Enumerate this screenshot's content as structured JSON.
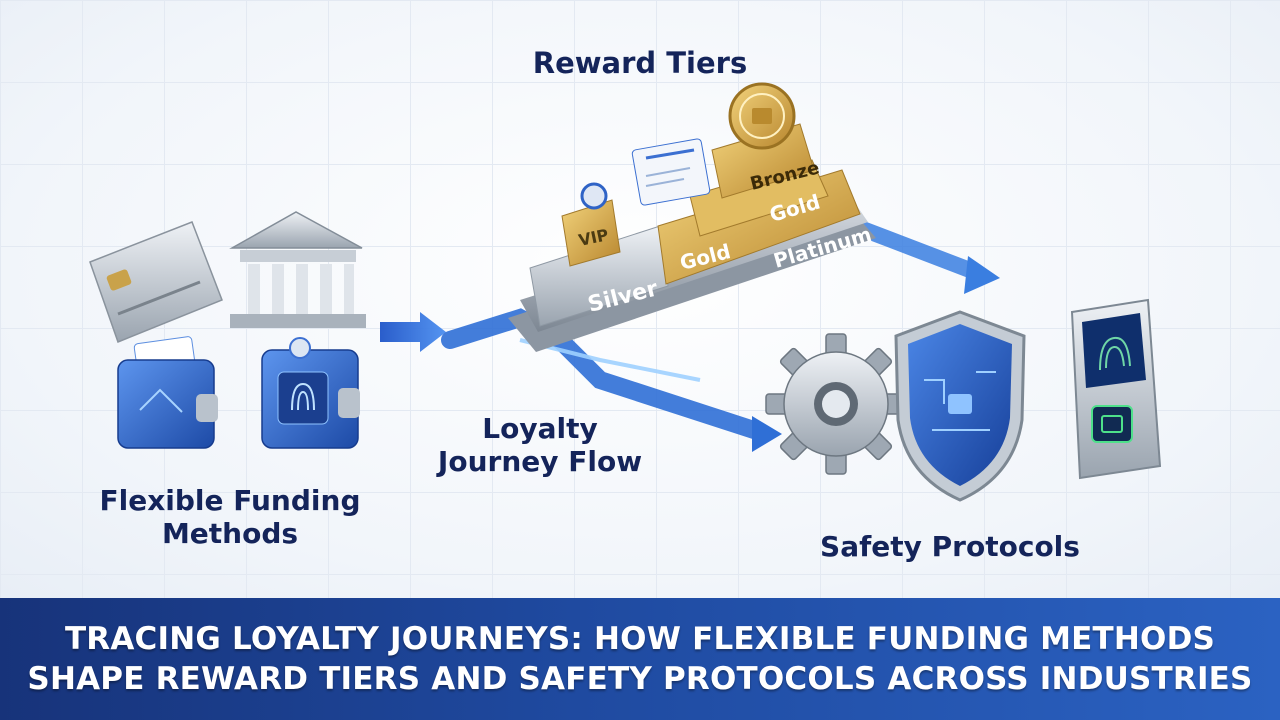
{
  "labels": {
    "reward_tiers": "Reward Tiers",
    "journey": [
      "Loyalty",
      "Journey Flow"
    ],
    "funding": [
      "Flexible Funding",
      "Methods"
    ],
    "safety": "Safety Protocols"
  },
  "tiers": {
    "vip": "VIP",
    "silver": "Silver",
    "gold_front": "Gold",
    "gold_top": "Gold",
    "bronze": "Bronze",
    "platinum": "Platinum"
  },
  "banner": {
    "line1": "TRACING LOYALTY JOURNEYS: HOW FLEXIBLE FUNDING METHODS",
    "line2": "SHAPE REWARD TIERS AND SAFETY PROTOCOLS ACROSS INDUSTRIES"
  },
  "icons": [
    "credit-card-icon",
    "bank-icon",
    "digital-wallet-icon",
    "fingerprint-wallet-icon",
    "tier-podium-icon",
    "coin-icon",
    "gear-icon",
    "shield-icon",
    "biometric-scanner-icon",
    "flow-arrow-icon"
  ],
  "colors": {
    "navy": "#14245a",
    "flow_blue": "#2f6fd6",
    "gold": "#d2a64a",
    "silver": "#b9c2cc",
    "banner": "#1f4aa0"
  }
}
